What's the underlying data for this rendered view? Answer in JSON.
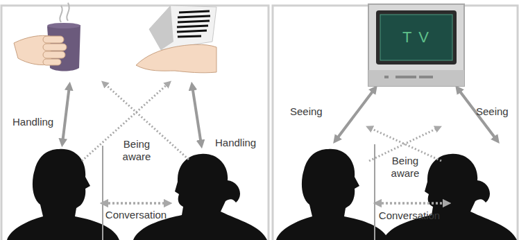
{
  "diagram": {
    "nodes": [
      {
        "text": [
          "T V"
        ]
      }
    ],
    "labels": [
      "Handling",
      "Being aware",
      "Handling",
      "Conversation",
      "Seeing",
      "Seeing",
      "Being aware",
      "Conversation"
    ]
  }
}
